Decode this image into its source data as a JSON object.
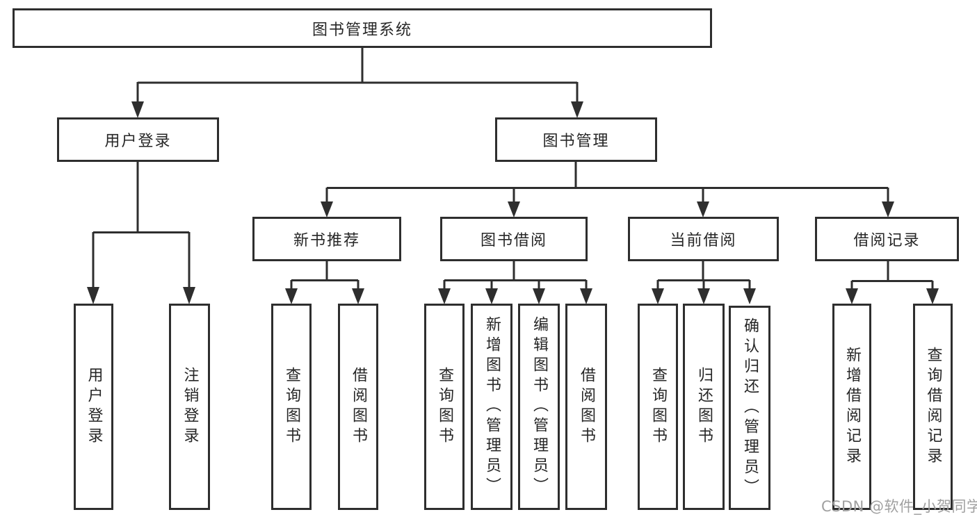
{
  "tree": {
    "root": {
      "label": "图书管理系统",
      "children": [
        {
          "label": "用户登录",
          "children": [
            {
              "label": "用户登录"
            },
            {
              "label": "注销登录"
            }
          ]
        },
        {
          "label": "图书管理",
          "children": [
            {
              "label": "新书推荐",
              "children": [
                {
                  "label": "查询图书"
                },
                {
                  "label": "借阅图书"
                }
              ]
            },
            {
              "label": "图书借阅",
              "children": [
                {
                  "label": "查询图书"
                },
                {
                  "label": "新增图书（管理员）"
                },
                {
                  "label": "编辑图书（管理员）"
                },
                {
                  "label": "借阅图书"
                }
              ]
            },
            {
              "label": "当前借阅",
              "children": [
                {
                  "label": "查询图书"
                },
                {
                  "label": "归还图书"
                },
                {
                  "label": "确认归还（管理员）"
                }
              ]
            },
            {
              "label": "借阅记录",
              "children": [
                {
                  "label": "新增借阅记录"
                },
                {
                  "label": "查询借阅记录"
                }
              ]
            }
          ]
        }
      ]
    }
  },
  "watermark": {
    "text": "CSDN @软件_小贺同学"
  },
  "colors": {
    "line": "#2e2e2e",
    "text": "#262626",
    "background": "#ffffff",
    "watermark": "#a0a0a0"
  }
}
